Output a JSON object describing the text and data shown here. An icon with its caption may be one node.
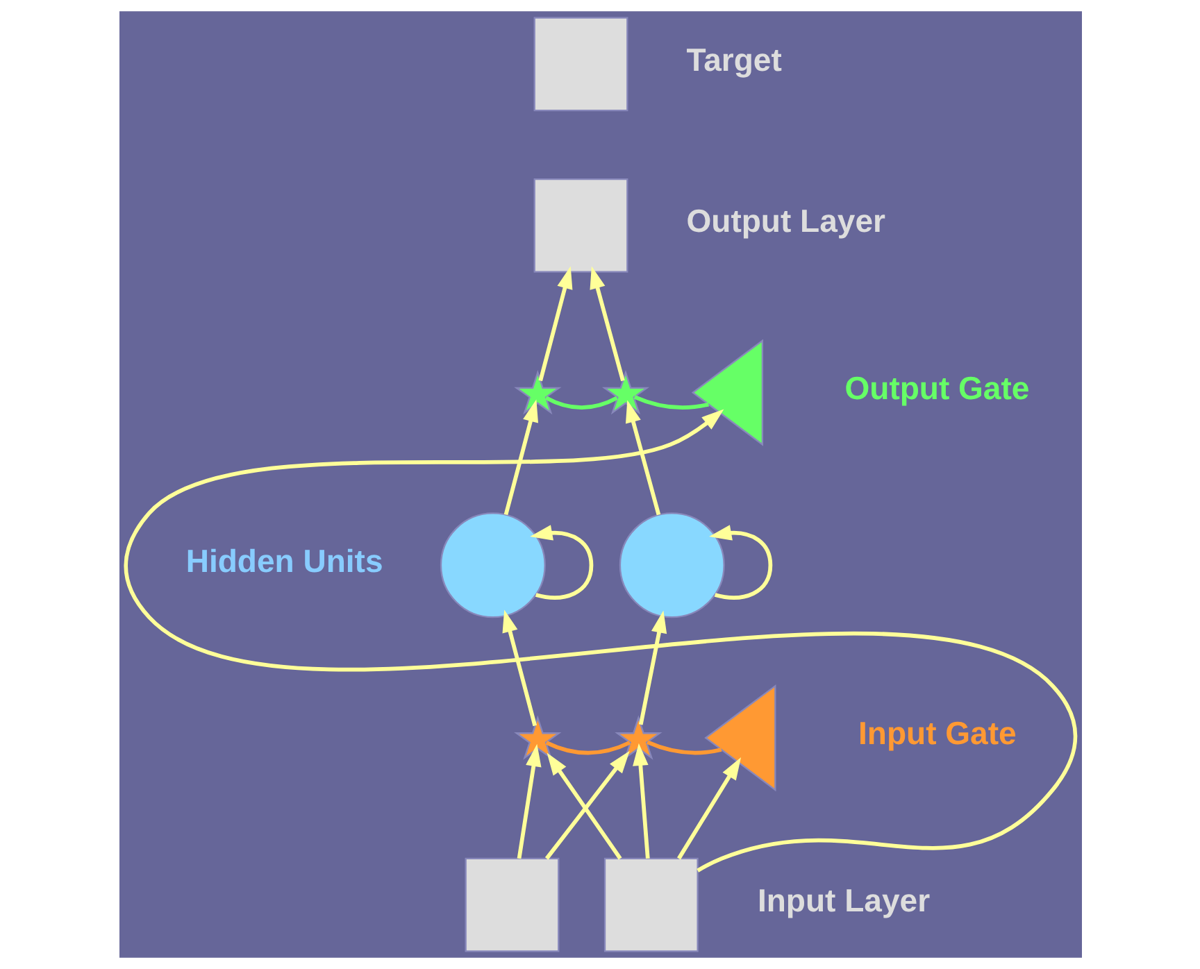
{
  "diagram": {
    "nodes": [
      {
        "text": [],
        "shape": "box",
        "beside": [
          "Target"
        ]
      },
      {
        "text": [],
        "shape": "box",
        "beside": [
          "Output Layer"
        ]
      },
      {
        "text": [],
        "shape": "star"
      },
      {
        "text": [],
        "shape": "star"
      },
      {
        "text": [],
        "shape": "triangle",
        "beside": [
          "Output Gate"
        ]
      },
      {
        "text": [],
        "shape": "circle"
      },
      {
        "text": [],
        "shape": "circle"
      },
      {
        "text": [],
        "shape": "star"
      },
      {
        "text": [],
        "shape": "star"
      },
      {
        "text": [],
        "shape": "triangle",
        "beside": [
          "Input Gate"
        ]
      },
      {
        "text": [],
        "shape": "box"
      },
      {
        "text": [],
        "shape": "box",
        "beside": [
          "Input Layer"
        ]
      }
    ],
    "edges": [
      {
        "from": 2,
        "to": 1,
        "arrow": "to"
      },
      {
        "from": 3,
        "to": 1,
        "arrow": "to"
      },
      {
        "from": 4,
        "to": 3,
        "arrow": "none",
        "color": "#66ff66"
      },
      {
        "from": 3,
        "to": 2,
        "arrow": "none",
        "color": "#66ff66"
      },
      {
        "from": 5,
        "to": 2,
        "arrow": "to"
      },
      {
        "from": 5,
        "to": 5,
        "arrow": "to"
      },
      {
        "from": 6,
        "to": 3,
        "arrow": "to"
      },
      {
        "from": 6,
        "to": 6,
        "arrow": "to"
      },
      {
        "from": 7,
        "to": 5,
        "arrow": "to"
      },
      {
        "from": 8,
        "to": 6,
        "arrow": "to"
      },
      {
        "from": 9,
        "to": 8,
        "arrow": "none",
        "color": "#ff9933"
      },
      {
        "from": 8,
        "to": 7,
        "arrow": "none",
        "color": "#ff9933"
      },
      {
        "from": 10,
        "to": 7,
        "arrow": "to"
      },
      {
        "from": 10,
        "to": 8,
        "arrow": "to"
      },
      {
        "from": 11,
        "to": 7,
        "arrow": "to"
      },
      {
        "from": 11,
        "to": 8,
        "arrow": "to"
      },
      {
        "from": 11,
        "to": 9,
        "arrow": "to"
      },
      {
        "from": 11,
        "to": 4,
        "arrow": "to"
      }
    ],
    "labels": [
      "Hidden Units"
    ]
  }
}
